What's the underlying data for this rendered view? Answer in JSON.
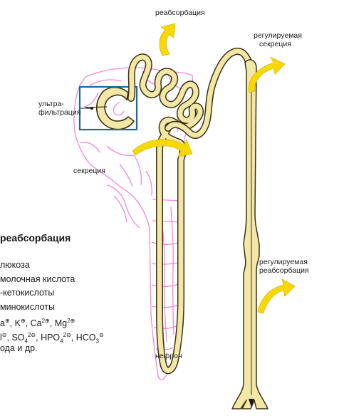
{
  "labels": {
    "reabsorption_top": "реабсорбация",
    "regulated_secretion_1": "регулируемая",
    "regulated_secretion_2": "секреция",
    "ultrafiltration_1": "ультра-",
    "ultrafiltration_2": "фильтрация",
    "secretion": "секреция",
    "regulated_reabsorption_1": "регулируемая",
    "regulated_reabsorption_2": "реабсорбация",
    "nephron": "нефрон"
  },
  "reabsorption_list": {
    "heading": "реабсорбация",
    "items": [
      "люкоза",
      "молочная кислота",
      "-кетокислоты",
      "минокислоты"
    ],
    "ions_cations": [
      "a",
      "K",
      "Ca",
      "Mg"
    ],
    "ion_charge_plus": "⊕",
    "ion_charge_2plus": "2⊕",
    "anions": [
      "l",
      "SO",
      "HPO",
      "HCO"
    ],
    "anion_sub_4": "4",
    "anion_sub_3": "3",
    "ion_charge_minus": "⊖",
    "ion_charge_2minus": "2⊖",
    "last_item": "ода и др."
  },
  "colors": {
    "tubule_fill": "#f3e7a6",
    "tubule_outline": "#3b3116",
    "capillary": "#ee88dd",
    "arrow": "#f7d800",
    "highlight_box": "#1a6a9a"
  }
}
